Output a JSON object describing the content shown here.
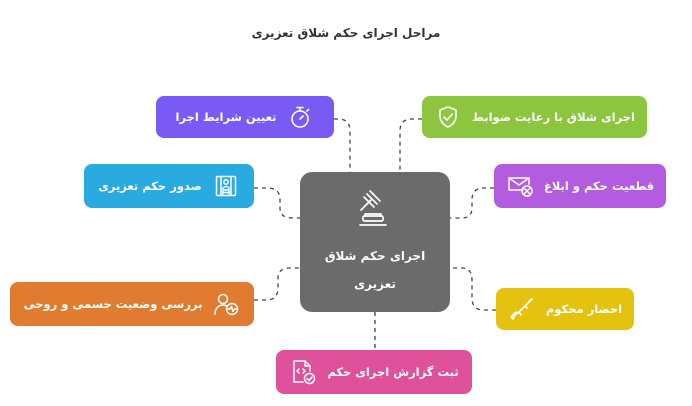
{
  "title": "مراحل اجرای حکم شلاق تعزیری",
  "center": {
    "label": "اجرای حکم شلاق تعزیری",
    "icon": "gavel-icon"
  },
  "nodes": {
    "conditions": {
      "label": "تعیین شرایط اجرا",
      "icon": "stopwatch-icon",
      "color": "#7a5af5"
    },
    "execute": {
      "label": "اجرای شلاق با رعایت ضوابط",
      "icon": "shield-check-icon",
      "color": "#8cc63f"
    },
    "issue": {
      "label": "صدور حکم تعزیری",
      "icon": "prison-icon",
      "color": "#29abe2"
    },
    "finalize": {
      "label": "قطعیت حکم و ابلاغ",
      "icon": "mail-cancel-icon",
      "color": "#b45ce0"
    },
    "health": {
      "label": "بررسی وضعیت جسمی و روحی",
      "icon": "health-check-icon",
      "color": "#e07b30"
    },
    "summon": {
      "label": "احضار محکوم",
      "icon": "rifle-icon",
      "color": "#e5c210"
    },
    "report": {
      "label": "ثبت گزارش اجرای حکم",
      "icon": "document-check-icon",
      "color": "#e0519b"
    }
  }
}
